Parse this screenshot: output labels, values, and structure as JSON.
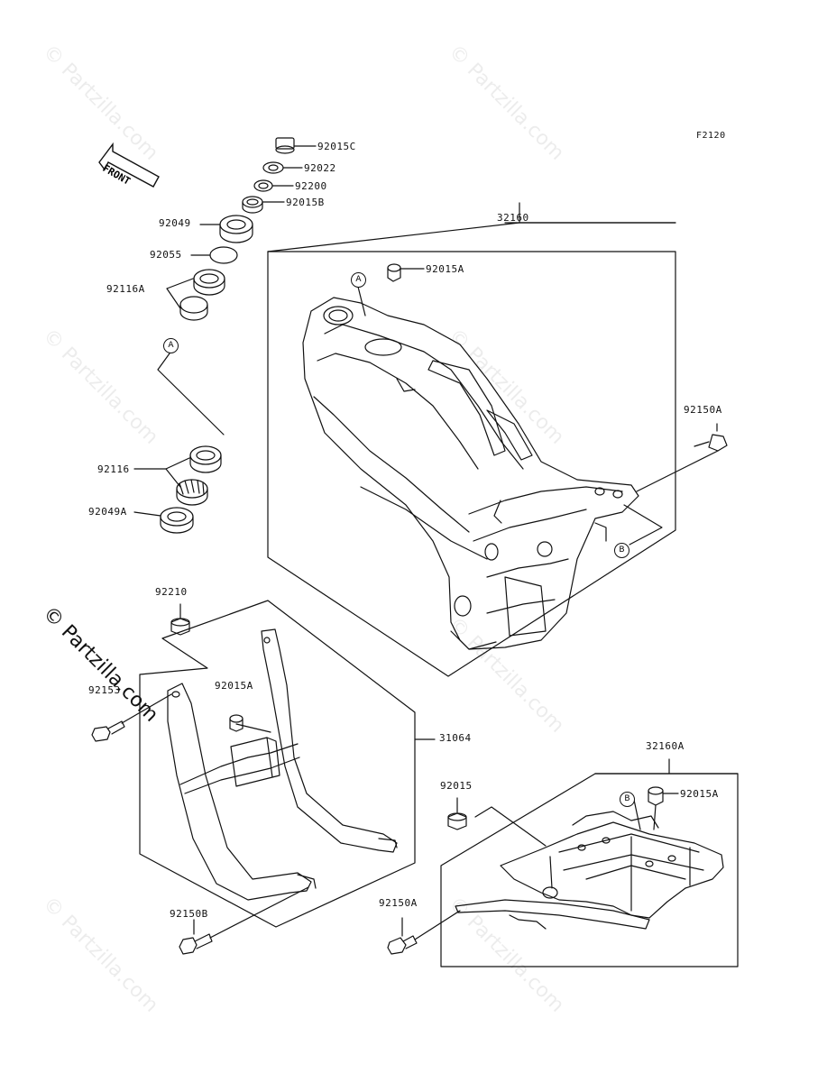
{
  "figure_code": "F2120",
  "front_label": "FRONT",
  "callouts": {
    "A": "A",
    "B": "B"
  },
  "parts": [
    {
      "id": "p-92015C",
      "number": "92015C"
    },
    {
      "id": "p-92022",
      "number": "92022"
    },
    {
      "id": "p-92200",
      "number": "92200"
    },
    {
      "id": "p-92015B",
      "number": "92015B"
    },
    {
      "id": "p-92049",
      "number": "92049"
    },
    {
      "id": "p-92055",
      "number": "92055"
    },
    {
      "id": "p-92116A",
      "number": "92116A"
    },
    {
      "id": "p-92116",
      "number": "92116"
    },
    {
      "id": "p-92049A",
      "number": "92049A"
    },
    {
      "id": "p-32160",
      "number": "32160"
    },
    {
      "id": "p-92015A-top",
      "number": "92015A"
    },
    {
      "id": "p-92150A-right",
      "number": "92150A"
    },
    {
      "id": "p-92210",
      "number": "92210"
    },
    {
      "id": "p-92153",
      "number": "92153"
    },
    {
      "id": "p-92015A-mid",
      "number": "92015A"
    },
    {
      "id": "p-31064",
      "number": "31064"
    },
    {
      "id": "p-32160A",
      "number": "32160A"
    },
    {
      "id": "p-92015",
      "number": "92015"
    },
    {
      "id": "p-92015A-bottom",
      "number": "92015A"
    },
    {
      "id": "p-92150A-bottom",
      "number": "92150A"
    },
    {
      "id": "p-92150B",
      "number": "92150B"
    }
  ],
  "watermark": "© Partzilla.com",
  "colors": {
    "line": "#111111",
    "background": "#ffffff"
  }
}
